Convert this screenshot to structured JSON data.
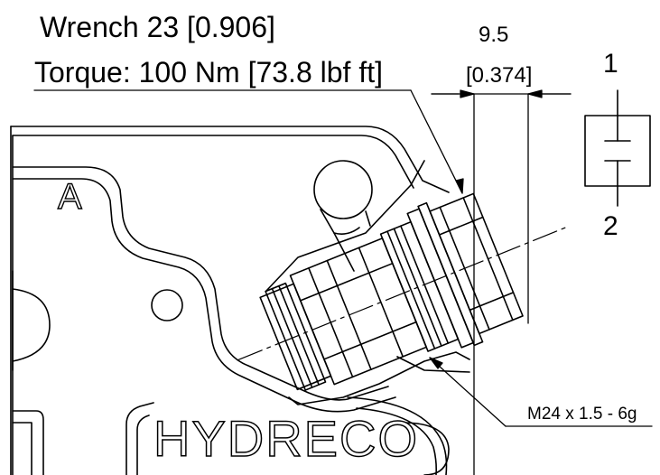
{
  "callouts": {
    "wrench": "Wrench 23 [0.906]",
    "torque": "Torque: 100 Nm [73.8 lbf ft]",
    "dim_mm": "9.5",
    "dim_in": "[0.374]",
    "thread": "M24 x 1.5 - 6g",
    "port_letter": "A",
    "brand": "HYDRECO"
  },
  "symbol": {
    "port_top": "1",
    "port_bottom": "2"
  },
  "colors": {
    "line": "#000000",
    "background": "#ffffff"
  }
}
